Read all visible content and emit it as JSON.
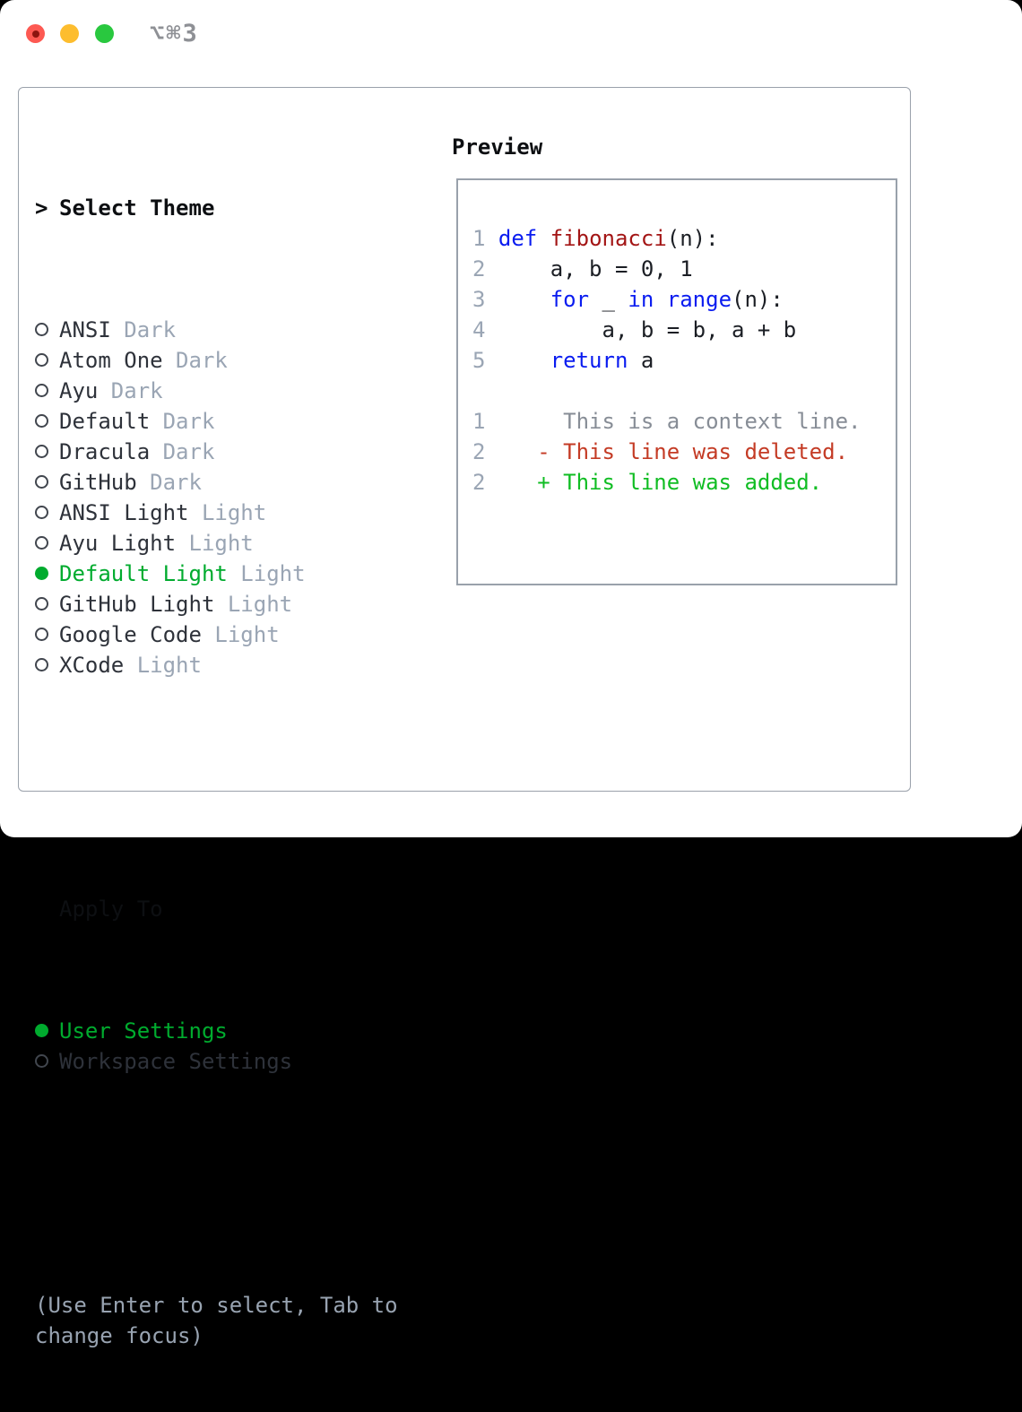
{
  "titlebar": {
    "shortcut": "⌥⌘3"
  },
  "theme_list": {
    "caret": ">",
    "header": "Select Theme",
    "items": [
      {
        "name": "ANSI",
        "tag": "Dark",
        "selected": false
      },
      {
        "name": "Atom One",
        "tag": "Dark",
        "selected": false
      },
      {
        "name": "Ayu",
        "tag": "Dark",
        "selected": false
      },
      {
        "name": "Default",
        "tag": "Dark",
        "selected": false
      },
      {
        "name": "Dracula",
        "tag": "Dark",
        "selected": false
      },
      {
        "name": "GitHub",
        "tag": "Dark",
        "selected": false
      },
      {
        "name": "ANSI Light",
        "tag": "Light",
        "selected": false
      },
      {
        "name": "Ayu Light",
        "tag": "Light",
        "selected": false
      },
      {
        "name": "Default Light",
        "tag": "Light",
        "selected": true
      },
      {
        "name": "GitHub Light",
        "tag": "Light",
        "selected": false
      },
      {
        "name": "Google Code",
        "tag": "Light",
        "selected": false
      },
      {
        "name": "XCode",
        "tag": "Light",
        "selected": false
      }
    ]
  },
  "apply_to": {
    "header": "Apply To",
    "options": [
      {
        "name": "User Settings",
        "selected": true
      },
      {
        "name": "Workspace Settings",
        "selected": false
      }
    ]
  },
  "help": {
    "lines": [
      "(Use Enter to select, Tab to",
      "change focus)"
    ]
  },
  "preview": {
    "header": "Preview",
    "lines": [
      {
        "tokens": [
          {
            "t": "1 ",
            "c": "num"
          },
          {
            "t": "def",
            "c": "kw"
          },
          {
            "t": " ",
            "c": "code"
          },
          {
            "t": "fibonacci",
            "c": "fn"
          },
          {
            "t": "(n):",
            "c": "code"
          }
        ]
      },
      {
        "tokens": [
          {
            "t": "2 ",
            "c": "num"
          },
          {
            "t": "    a, b = 0, 1",
            "c": "code"
          }
        ]
      },
      {
        "tokens": [
          {
            "t": "3 ",
            "c": "num"
          },
          {
            "t": "    ",
            "c": "code"
          },
          {
            "t": "for",
            "c": "kw"
          },
          {
            "t": " _ ",
            "c": "code"
          },
          {
            "t": "in",
            "c": "kw"
          },
          {
            "t": " ",
            "c": "code"
          },
          {
            "t": "range",
            "c": "kw"
          },
          {
            "t": "(n):",
            "c": "code"
          }
        ]
      },
      {
        "tokens": [
          {
            "t": "4 ",
            "c": "num"
          },
          {
            "t": "        a, b = b, a + b",
            "c": "code"
          }
        ]
      },
      {
        "tokens": [
          {
            "t": "5 ",
            "c": "num"
          },
          {
            "t": "    ",
            "c": "code"
          },
          {
            "t": "return",
            "c": "kw"
          },
          {
            "t": " a",
            "c": "code"
          }
        ]
      },
      {
        "tokens": []
      },
      {
        "tokens": [
          {
            "t": "1",
            "c": "num"
          },
          {
            "t": "      This is a context line.",
            "c": "ctx"
          }
        ]
      },
      {
        "tokens": [
          {
            "t": "2",
            "c": "num"
          },
          {
            "t": "    - This line was deleted.",
            "c": "del"
          }
        ]
      },
      {
        "tokens": [
          {
            "t": "2",
            "c": "num"
          },
          {
            "t": "    + This line was added.",
            "c": "add"
          }
        ]
      }
    ]
  },
  "colors": {
    "accent_green": "#00ab2e",
    "header_text": "#0d0f12",
    "item_text": "#2e323a",
    "tag_text": "#9aa5b4",
    "help_text": "#98a3b1",
    "panel_border": "#9aa1ab",
    "preview_border": "#99a1ab",
    "circle_outline": "#41464e",
    "shortcut_text": "#8e9095",
    "traffic_red": "#fd5952",
    "traffic_red_dot": "#8c150f",
    "traffic_yellow": "#fdbd2e",
    "traffic_green": "#29c83f",
    "num": "#9aa5b4",
    "kw": "#0a1cf0",
    "fn": "#a31515",
    "code": "#1b1e24",
    "ctx": "#878d96",
    "del": "#c43b25",
    "add": "#10bd23"
  }
}
